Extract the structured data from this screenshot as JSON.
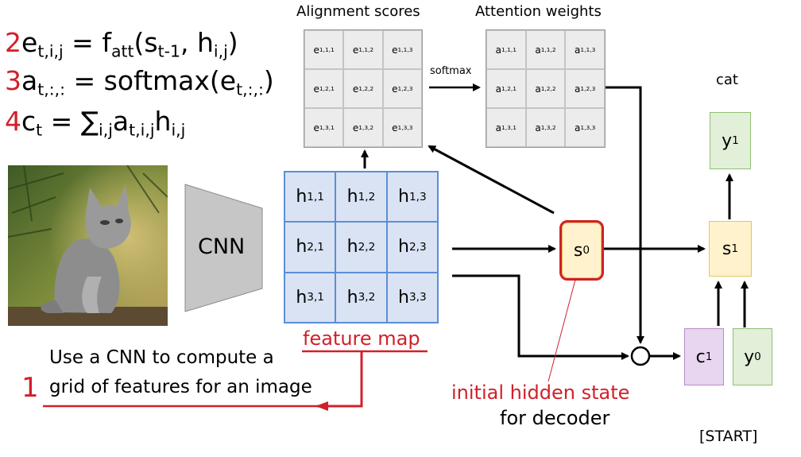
{
  "equations": {
    "eq2": {
      "num": "2",
      "lhs": "e",
      "lhs_sub": "t,i,j",
      "op": " = f",
      "f_sub": "att",
      "open": "(s",
      "s_sub": "t-1",
      "mid": ", h",
      "h_sub": "i,j",
      "close": ")"
    },
    "eq3": {
      "num": "3",
      "lhs": "a",
      "lhs_sub": "t,:,:",
      "op": " = softmax(e",
      "e_sub": "t,:,:",
      "close": ")"
    },
    "eq4": {
      "num": "4",
      "lhs": "c",
      "lhs_sub": "t",
      "op": " = ∑",
      "sum_sub": "i,j",
      "a": "a",
      "a_sub": "t,i,j",
      "h": "h",
      "h_sub": "i,j"
    }
  },
  "alignment_scores": {
    "title": "Alignment scores",
    "var": "e",
    "cells": [
      "1,1,1",
      "1,1,2",
      "1,1,3",
      "1,2,1",
      "1,2,2",
      "1,2,3",
      "1,3,1",
      "1,3,2",
      "1,3,3"
    ]
  },
  "softmax_label": "softmax",
  "attention_weights": {
    "title": "Attention weights",
    "var": "a",
    "cells": [
      "1,1,1",
      "1,1,2",
      "1,1,3",
      "1,2,1",
      "1,2,2",
      "1,2,3",
      "1,3,1",
      "1,3,2",
      "1,3,3"
    ]
  },
  "cnn_label": "CNN",
  "feature_map": {
    "var": "h",
    "cells": [
      "1,1",
      "1,2",
      "1,3",
      "2,1",
      "2,2",
      "2,3",
      "3,1",
      "3,2",
      "3,3"
    ],
    "label": "feature map"
  },
  "step1": {
    "num": "1",
    "line1": "Use a CNN to compute a",
    "line2": "grid of features for an image"
  },
  "decoder": {
    "s0": {
      "var": "s",
      "sub": "0"
    },
    "s1": {
      "var": "s",
      "sub": "1"
    },
    "y1": {
      "var": "y",
      "sub": "1"
    },
    "c1": {
      "var": "c",
      "sub": "1"
    },
    "y0": {
      "var": "y",
      "sub": "0"
    },
    "output_word": "cat",
    "start_token": "[START]"
  },
  "hidden_state_label": {
    "line1": "initial hidden state",
    "line2": "for decoder"
  },
  "colors": {
    "red": "#d0202a",
    "feature_fill": "#d9e3f3",
    "feature_border": "#5b8ed6",
    "s_fill": "#fff2cc",
    "s_border": "#e6c65c",
    "y_fill": "#e2efd9",
    "y_border": "#8fbf72",
    "c_fill": "#e8d5f0",
    "c_border": "#b58ccb",
    "grid_fill": "#ececec",
    "cnn_fill": "#c6c6c6"
  },
  "icons": {
    "kitten_image": "kitten-photo",
    "cnn_shape": "trapezoid",
    "combine_node": "circle"
  }
}
